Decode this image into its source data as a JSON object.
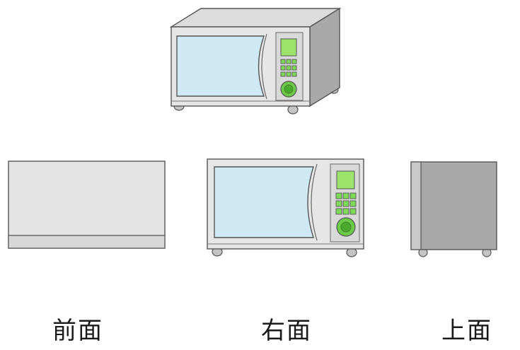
{
  "labels": {
    "front": "前面",
    "right": "右面",
    "top": "上面"
  },
  "colors": {
    "body": "#e4e4e4",
    "body_dark": "#bdbdbd",
    "side": "#a9a9a9",
    "top_face": "#d6d6d6",
    "outline": "#555555",
    "window": "#cfe9f4",
    "panel": "#dcdcdc",
    "display": "#9be36a",
    "button": "#7ed957",
    "knob": "#6cc94a",
    "foot": "#c4c4c4"
  }
}
